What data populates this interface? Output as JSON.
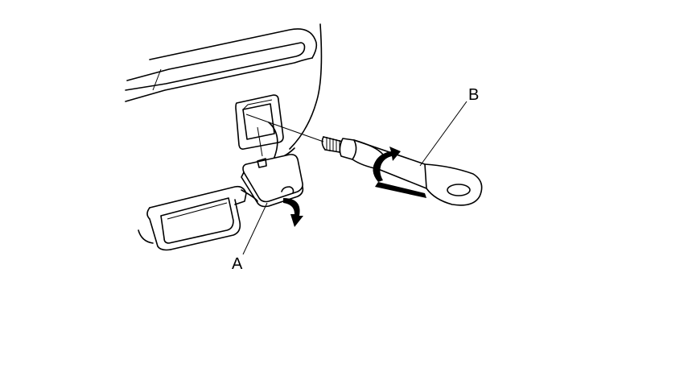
{
  "labels": {
    "a": "A",
    "b": "B"
  },
  "parts": {
    "a_icon": "tow-hook-cover",
    "b_icon": "tow-hook"
  }
}
